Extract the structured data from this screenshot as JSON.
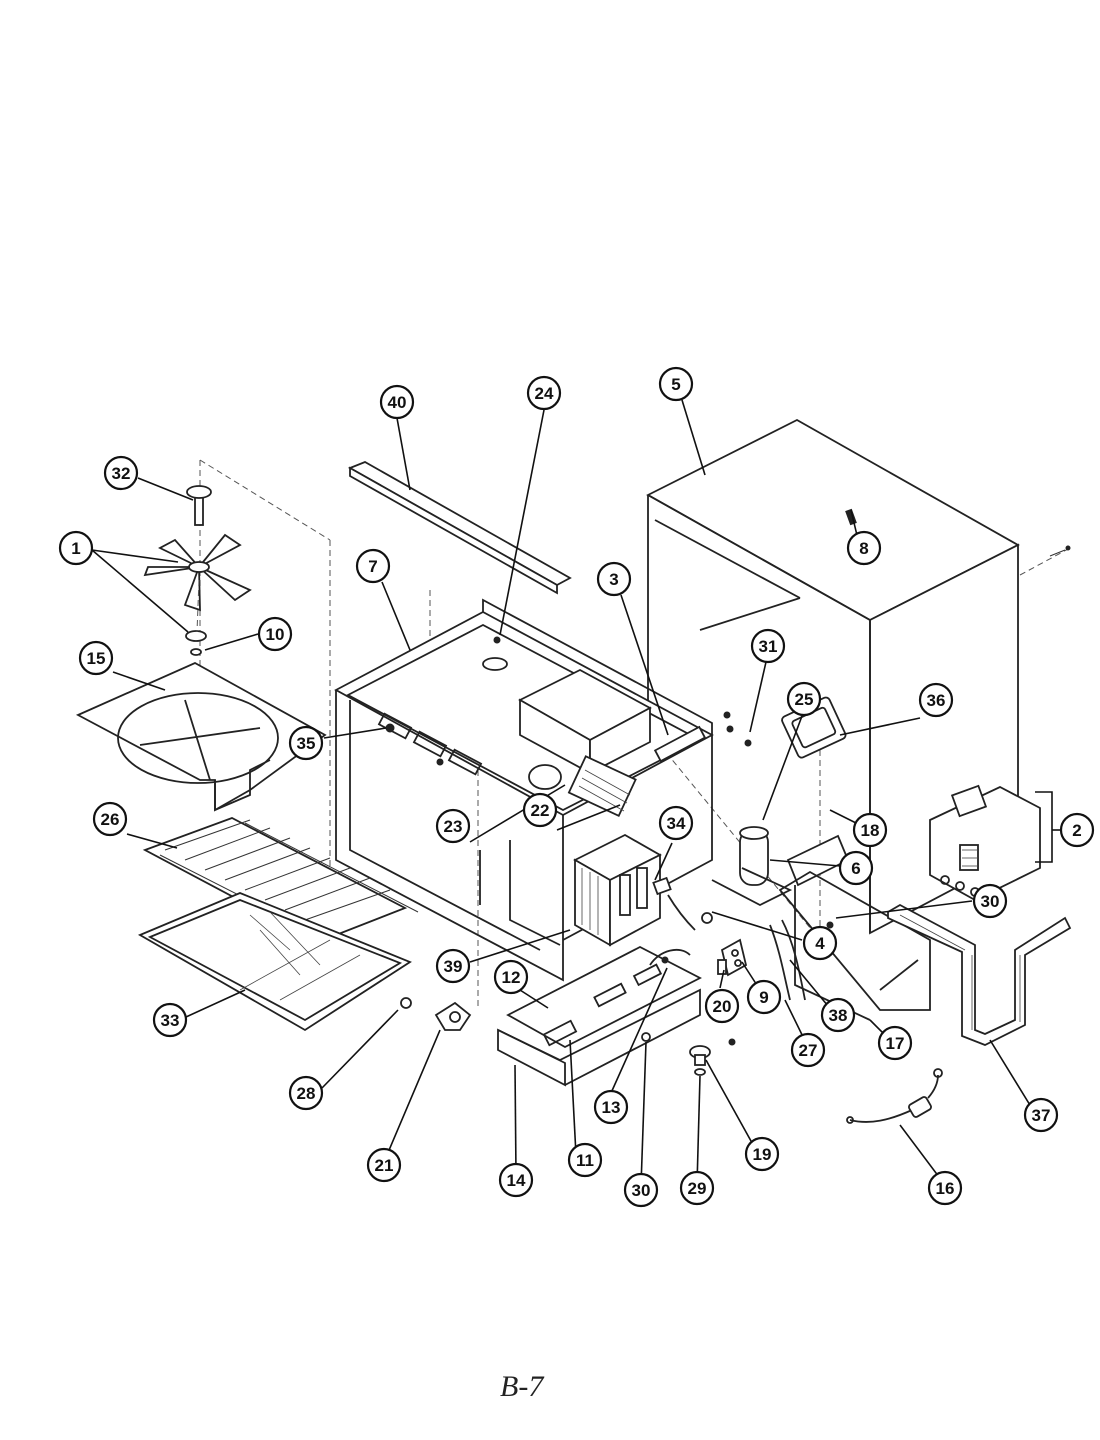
{
  "page_label": "B-7",
  "callouts": [
    {
      "id": "c40",
      "label": "40"
    },
    {
      "id": "c24",
      "label": "24"
    },
    {
      "id": "c5",
      "label": "5"
    },
    {
      "id": "c32",
      "label": "32"
    },
    {
      "id": "c1",
      "label": "1"
    },
    {
      "id": "c10",
      "label": "10"
    },
    {
      "id": "c7",
      "label": "7"
    },
    {
      "id": "c3",
      "label": "3"
    },
    {
      "id": "c8",
      "label": "8"
    },
    {
      "id": "c15",
      "label": "15"
    },
    {
      "id": "c31",
      "label": "31"
    },
    {
      "id": "c25",
      "label": "25"
    },
    {
      "id": "c36",
      "label": "36"
    },
    {
      "id": "c35",
      "label": "35"
    },
    {
      "id": "c2",
      "label": "2"
    },
    {
      "id": "c26",
      "label": "26"
    },
    {
      "id": "c23",
      "label": "23"
    },
    {
      "id": "c22",
      "label": "22"
    },
    {
      "id": "c34",
      "label": "34"
    },
    {
      "id": "c18",
      "label": "18"
    },
    {
      "id": "c6",
      "label": "6"
    },
    {
      "id": "c30a",
      "label": "30"
    },
    {
      "id": "c4",
      "label": "4"
    },
    {
      "id": "c39",
      "label": "39"
    },
    {
      "id": "c12",
      "label": "12"
    },
    {
      "id": "c20",
      "label": "20"
    },
    {
      "id": "c9",
      "label": "9"
    },
    {
      "id": "c38",
      "label": "38"
    },
    {
      "id": "c33",
      "label": "33"
    },
    {
      "id": "c27",
      "label": "27"
    },
    {
      "id": "c17",
      "label": "17"
    },
    {
      "id": "c37",
      "label": "37"
    },
    {
      "id": "c28",
      "label": "28"
    },
    {
      "id": "c13",
      "label": "13"
    },
    {
      "id": "c21",
      "label": "21"
    },
    {
      "id": "c11",
      "label": "11"
    },
    {
      "id": "c19",
      "label": "19"
    },
    {
      "id": "c14",
      "label": "14"
    },
    {
      "id": "c30b",
      "label": "30"
    },
    {
      "id": "c29",
      "label": "29"
    },
    {
      "id": "c16",
      "label": "16"
    }
  ]
}
